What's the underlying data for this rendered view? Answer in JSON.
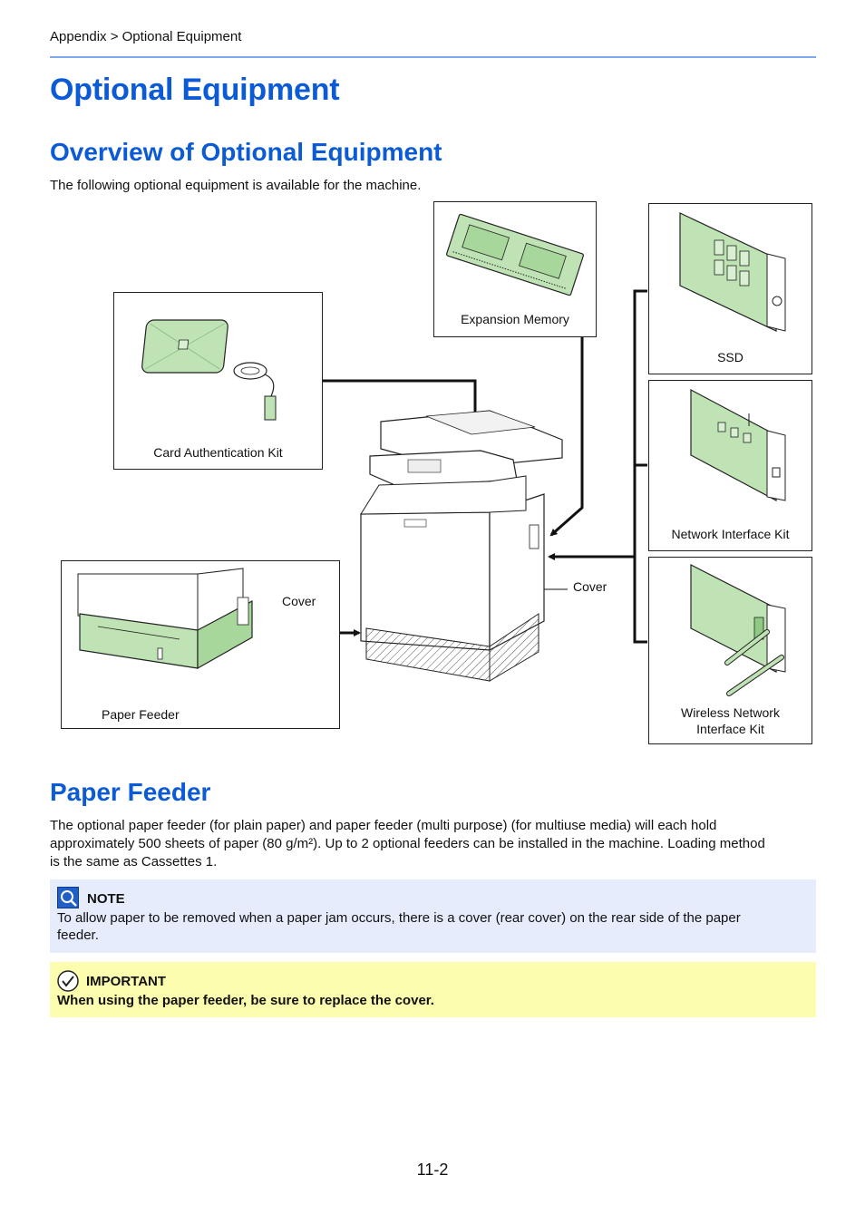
{
  "breadcrumb": "Appendix > Optional Equipment",
  "title": "Optional Equipment",
  "overview": {
    "heading": "Overview of Optional Equipment",
    "intro": "The following optional equipment is available for the machine."
  },
  "diagram": {
    "expansion_memory": "Expansion Memory",
    "card_auth_kit": "Card Authentication Kit",
    "ssd": "SSD",
    "network_interface_kit": "Network Interface Kit",
    "wireless_line1": "Wireless Network",
    "wireless_line2": "Interface Kit",
    "paper_feeder": "Paper Feeder",
    "cover_left": "Cover",
    "cover_right": "Cover",
    "colors": {
      "board": "#bfe3b4",
      "board_dark": "#8fc984",
      "line": "#111111"
    }
  },
  "paper_feeder": {
    "heading": "Paper Feeder",
    "line1": "The optional paper feeder (for plain paper) and paper feeder (multi purpose) (for multiuse media) will each hold",
    "line2": "approximately 500 sheets of paper (80 g/m²). Up to 2 optional feeders can be installed in the machine. Loading method",
    "line3": "is the same as Cassettes 1."
  },
  "note": {
    "label": "NOTE",
    "line1": "To allow paper to be removed when a paper jam occurs, there is a cover (rear cover) on the rear side of the paper",
    "line2": "feeder."
  },
  "important": {
    "label": "IMPORTANT",
    "text": "When using the paper feeder, be sure to replace the cover."
  },
  "page_number": "11-2",
  "colors": {
    "heading": "#0b5ad6",
    "rule": "#7fa9ee",
    "note_bg": "#e6ecfb",
    "important_bg": "#fdfdb0"
  }
}
